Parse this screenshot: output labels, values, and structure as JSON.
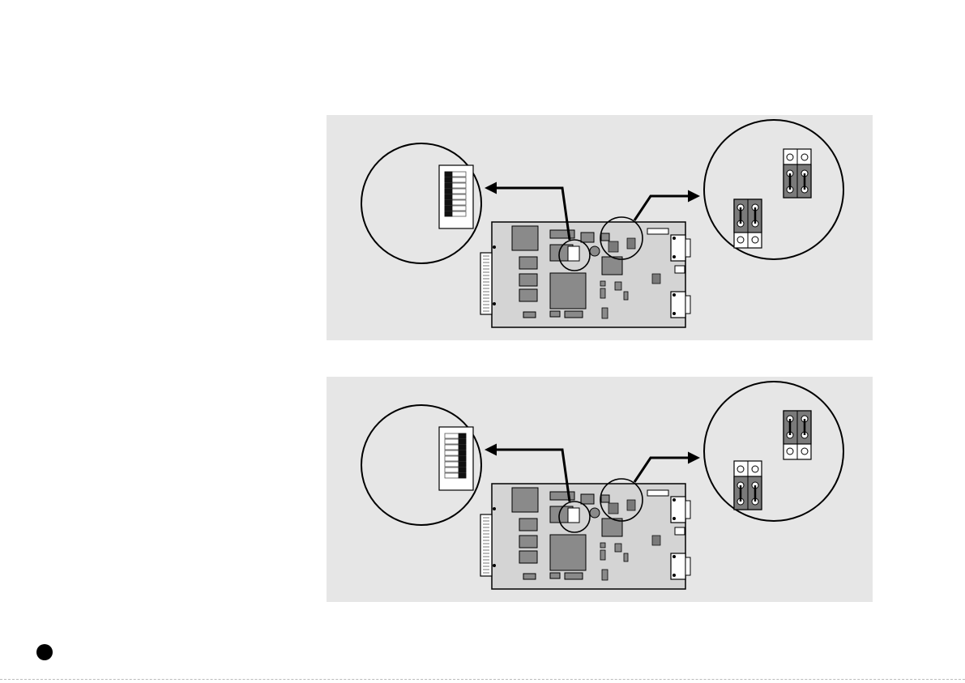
{
  "colors": {
    "panel_bg": "#e6e6e6",
    "board": "#d4d4d4",
    "chip": "#8a8a8a",
    "jumper_dark": "#7a7a7a",
    "outline": "#000000"
  },
  "panels": [
    {
      "dip_switches": [
        "left",
        "left",
        "left",
        "left",
        "left",
        "left",
        "left",
        "left"
      ],
      "jumpers": {
        "upper": "bottom",
        "lower": "top"
      }
    },
    {
      "dip_switches": [
        "right",
        "right",
        "right",
        "right",
        "right",
        "right",
        "right",
        "right"
      ],
      "jumpers": {
        "upper": "top",
        "lower": "bottom"
      }
    }
  ]
}
